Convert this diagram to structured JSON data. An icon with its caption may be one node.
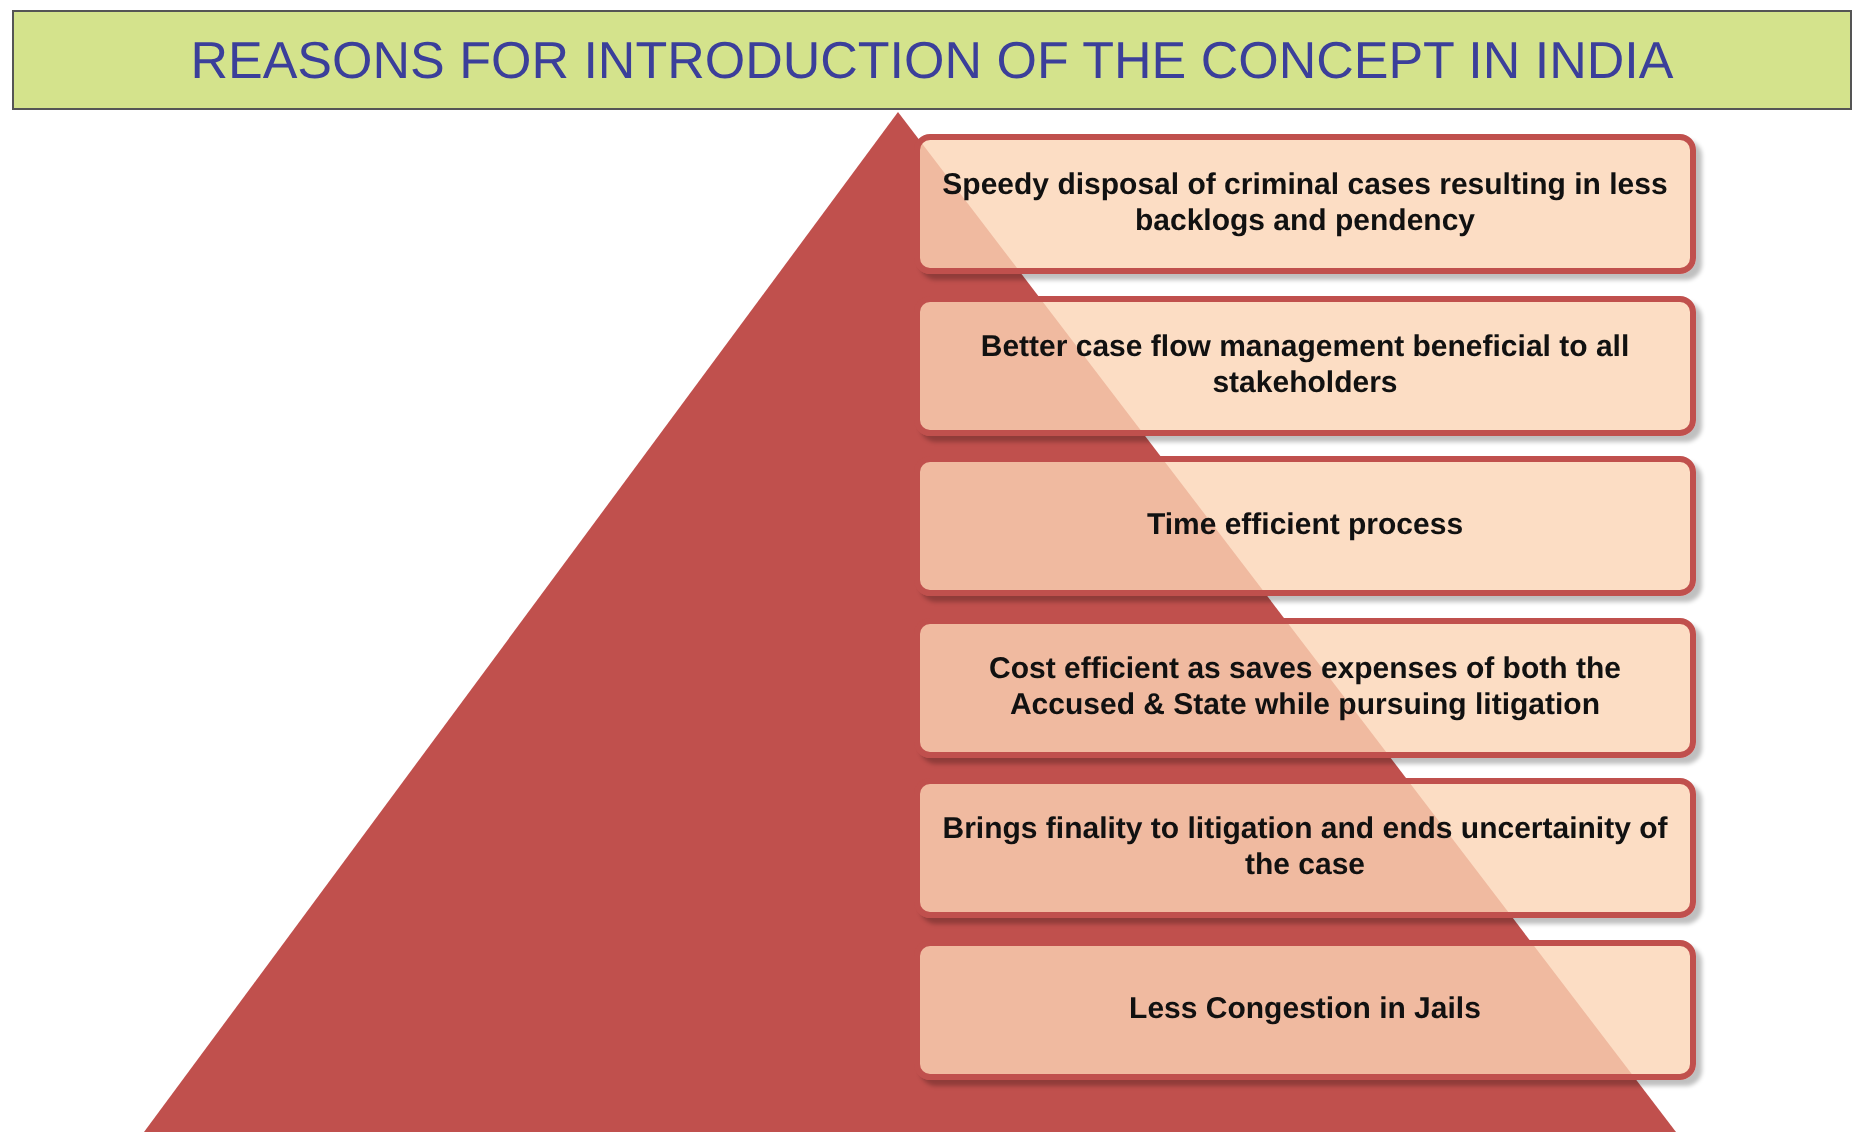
{
  "diagram": {
    "title": "REASONS FOR INTRODUCTION OF THE CONCEPT IN INDIA",
    "nodes": [
      {
        "text": [
          "Speedy disposal of criminal cases resulting in less backlogs and pendency"
        ]
      },
      {
        "text": [
          "Better case flow management beneficial to all stakeholders"
        ]
      },
      {
        "text": [
          "Time efficient process"
        ]
      },
      {
        "text": [
          "Cost efficient as saves expenses of both the Accused & State while pursuing litigation"
        ]
      },
      {
        "text": [
          "Brings finality to litigation and ends uncertainity of the case"
        ]
      },
      {
        "text": [
          "Less Congestion in Jails"
        ]
      }
    ]
  }
}
